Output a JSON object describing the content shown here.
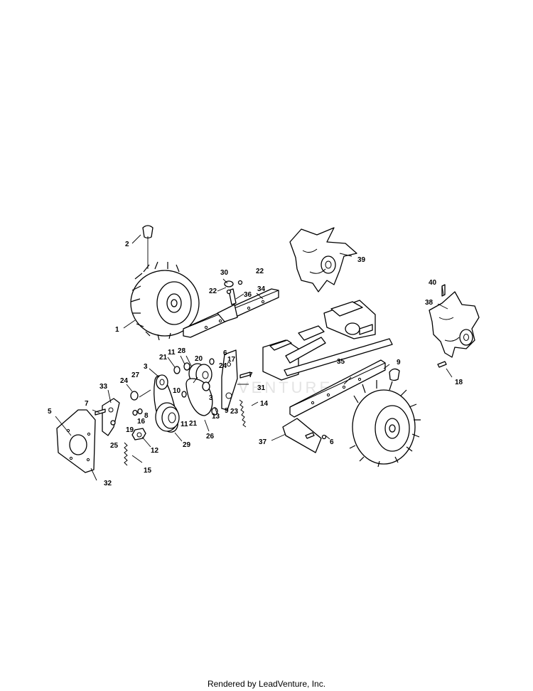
{
  "footer": {
    "text": "Rendered by LeadVenture, Inc."
  },
  "watermark": {
    "text": "VENTURE"
  },
  "callouts": [
    "1",
    "2",
    "3",
    "5",
    "6",
    "7",
    "8",
    "9",
    "10",
    "11",
    "12",
    "13",
    "14",
    "15",
    "16",
    "17",
    "18",
    "19",
    "20",
    "21",
    "22",
    "23",
    "24",
    "25",
    "26",
    "27",
    "28",
    "29",
    "30",
    "31",
    "32",
    "33",
    "34",
    "35",
    "36",
    "37",
    "38",
    "39",
    "40"
  ],
  "colors": {
    "line": "#000000",
    "background": "#ffffff",
    "watermark": "#e4e4e4"
  }
}
